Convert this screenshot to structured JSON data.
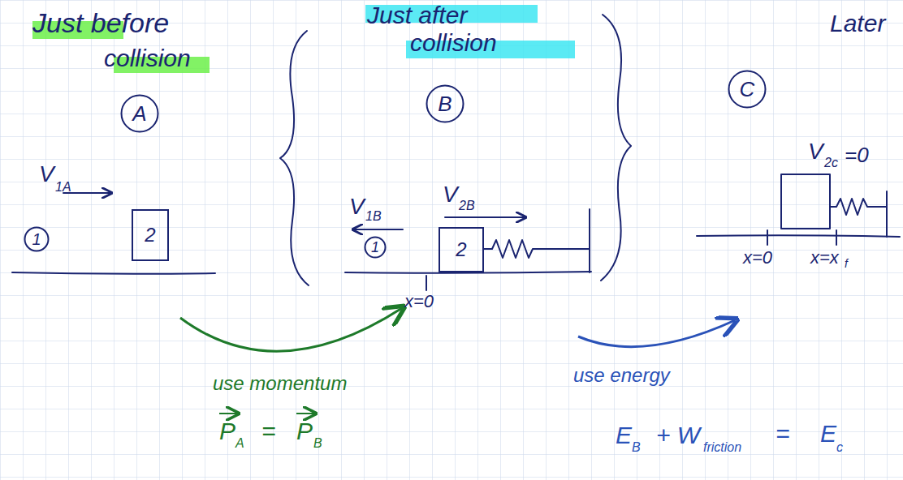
{
  "diagram": {
    "nodes": [
      {
        "text": [
          "A"
        ]
      },
      {
        "text": [
          "1"
        ]
      },
      {
        "text": [
          "2"
        ]
      },
      {
        "text": [
          "B"
        ]
      },
      {
        "text": [
          "1"
        ]
      },
      {
        "text": [
          "2"
        ]
      },
      {
        "text": [
          "C"
        ]
      }
    ],
    "labels": [
      "Just before",
      "collision",
      "Just after",
      "collision",
      "Later",
      "V",
      "1A",
      "V",
      "1B",
      "V",
      "2B",
      "x=0",
      "V",
      "2c",
      "=0",
      "x=0",
      "x=x",
      "f",
      "use momentum",
      "P",
      "A",
      "=",
      "P",
      "B",
      "use energy",
      "E",
      "B",
      "+ W",
      "friction",
      "=",
      "E",
      "c"
    ]
  }
}
